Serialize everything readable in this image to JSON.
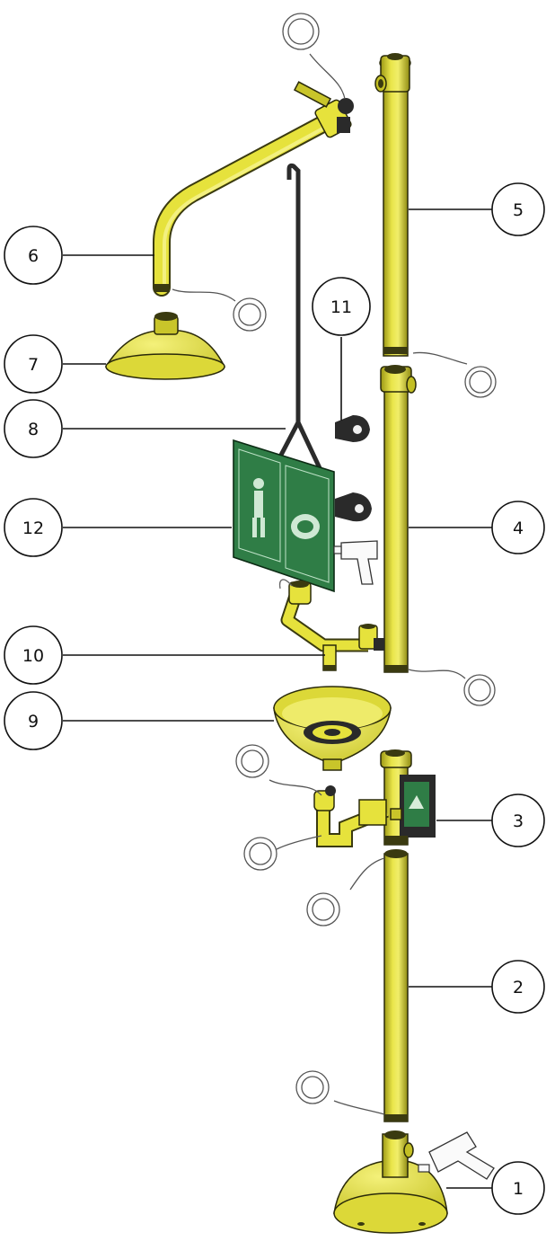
{
  "diagram": {
    "callouts": [
      {
        "id": "c1",
        "label": "1",
        "part": "base"
      },
      {
        "id": "c2",
        "label": "2",
        "part": "lower-pipe"
      },
      {
        "id": "c3",
        "label": "3",
        "part": "eyewash-valve-assembly"
      },
      {
        "id": "c4",
        "label": "4",
        "part": "middle-pipe"
      },
      {
        "id": "c5",
        "label": "5",
        "part": "upper-pipe"
      },
      {
        "id": "c6",
        "label": "6",
        "part": "shower-arm"
      },
      {
        "id": "c7",
        "label": "7",
        "part": "shower-head"
      },
      {
        "id": "c8",
        "label": "8",
        "part": "pull-rod"
      },
      {
        "id": "c9",
        "label": "9",
        "part": "eyewash-bowl"
      },
      {
        "id": "c10",
        "label": "10",
        "part": "drain-pipe-assembly"
      },
      {
        "id": "c11",
        "label": "11",
        "part": "clamp"
      },
      {
        "id": "c12",
        "label": "12",
        "part": "sign-plate"
      }
    ],
    "colors": {
      "part_fill": "#e6e23c",
      "part_shadow": "#b8b41c",
      "sign_green": "#2f7d46",
      "rod": "#2b2b2b",
      "outline": "#111111"
    }
  }
}
